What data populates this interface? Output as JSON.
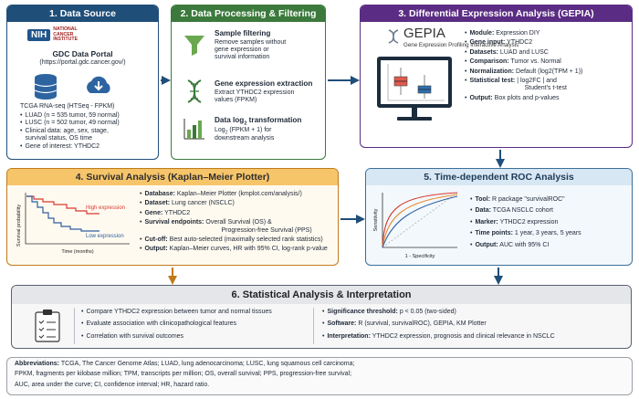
{
  "colors": {
    "blue": "#1f4e79",
    "green": "#3b7a3c",
    "purple": "#5b2c83",
    "orange": "#c07a1a",
    "teal": "#3a6f9a",
    "gray": "#5a6270"
  },
  "p1": {
    "title": "1. Data Source",
    "nih": "NIH",
    "nci_line1": "NATIONAL",
    "nci_line2": "CANCER",
    "nci_line3": "INSTITUTE",
    "portal_title": "GDC Data Portal",
    "portal_url": "(https://portal.gdc.cancer.gov/)",
    "tcga": "TCGA RNA-seq (HTSeq - FPKM)",
    "bullets": [
      "LUAD (n = 535 tumor, 59 normal)",
      "LUSC (n = 502 tumor, 49 normal)",
      "Clinical data: age, sex, stage,",
      "survival status, OS time",
      "Gene of interest: YTHDC2"
    ]
  },
  "p2": {
    "title": "2. Data Processing & Filtering",
    "s1_title": "Sample filtering",
    "s1_l1": "Remove samples without",
    "s1_l2": "gene expression or",
    "s1_l3": "survival information",
    "s2_title": "Gene expression extraction",
    "s2_l1": "Extract YTHDC2 expression",
    "s2_l2": "values (FPKM)",
    "s3_title_a": "Data log",
    "s3_sub": "2",
    "s3_title_b": " transformation",
    "s3_l1a": "Log",
    "s3_l1sub": "2",
    "s3_l1b": " (FPKM + 1) for",
    "s3_l2": "downstream analysis"
  },
  "p3": {
    "title": "3. Differential Expression Analysis (GEPIA)",
    "logo": "GEPIA",
    "logo_sub": "Gene Expression Profiling Interactive Analysis",
    "items": [
      {
        "k": "Module:",
        "v": "Expression DIY"
      },
      {
        "k": "Gene input:",
        "v": "YTHDC2"
      },
      {
        "k": "Datasets:",
        "v": "LUAD and LUSC"
      },
      {
        "k": "Comparison:",
        "v": "Tumor vs. Normal"
      },
      {
        "k": "Normalization:",
        "v": "Default (log2(TPM + 1))"
      },
      {
        "k": "Statistical test:",
        "v": "| log2FC | and"
      },
      {
        "k": "",
        "v": "Student's t-test"
      },
      {
        "k": "Output:",
        "v": "Box plots and p-values"
      }
    ]
  },
  "p4": {
    "title": "4. Survival Analysis (Kaplan–Meier Plotter)",
    "ylabel": "Survival probability",
    "xlabel": "Time (months)",
    "high": "High expression",
    "low": "Low expression",
    "items": [
      {
        "k": "Database:",
        "v": "Kaplan–Meier Plotter (kmplot.com/analysis/)"
      },
      {
        "k": "Dataset:",
        "v": "Lung cancer (NSCLC)"
      },
      {
        "k": "Gene:",
        "v": "YTHDC2"
      },
      {
        "k": "Survival endpoints:",
        "v": "Overall Survival (OS) &"
      },
      {
        "k": "",
        "v": "Progression-free Survival (PPS)"
      },
      {
        "k": "Cut-off:",
        "v": "Best auto-selected (maximally selected rank statistics)"
      },
      {
        "k": "Output:",
        "v": "Kaplan–Meier curves, HR with 95% CI, log-rank p-value"
      }
    ]
  },
  "p5": {
    "title": "5. Time-dependent ROC Analysis",
    "ylabel": "Sensitivity",
    "xlabel": "1 - Specificity",
    "items": [
      {
        "k": "Tool:",
        "v": "R package \"survivalROC\""
      },
      {
        "k": "Data:",
        "v": "TCGA NSCLC cohort"
      },
      {
        "k": "Marker:",
        "v": "YTHDC2 expression"
      },
      {
        "k": "Time points:",
        "v": "1 year, 3 years, 5 years"
      },
      {
        "k": "Output:",
        "v": "AUC with 95% CI"
      }
    ]
  },
  "p6": {
    "title": "6. Statistical Analysis & Interpretation",
    "left": [
      "Compare YTHDC2 expression between tumor and normal tissues",
      "Evaluate association with clinicopathological features",
      "Correlation with survival outcomes"
    ],
    "right": [
      {
        "k": "Significance threshold:",
        "v": "p < 0.05 (two-sided)"
      },
      {
        "k": "Software:",
        "v": "R (survival, survivalROC), GEPIA, KM Plotter"
      },
      {
        "k": "Interpretation:",
        "v": "YTHDC2 expression, prognosis and clinical relevance in NSCLC"
      }
    ]
  },
  "abbr": {
    "label": "Abbreviations:",
    "l1": "TCGA, The Cancer Genome Atlas; LUAD, lung adenocarcinoma; LUSC, lung squamous cell carcinoma;",
    "l2": "FPKM, fragments per kilobase million; TPM, transcripts per million; OS, overall survival; PPS, progression-free survival;",
    "l3": "AUC, area under the curve; CI, confidence interval; HR, hazard ratio."
  }
}
